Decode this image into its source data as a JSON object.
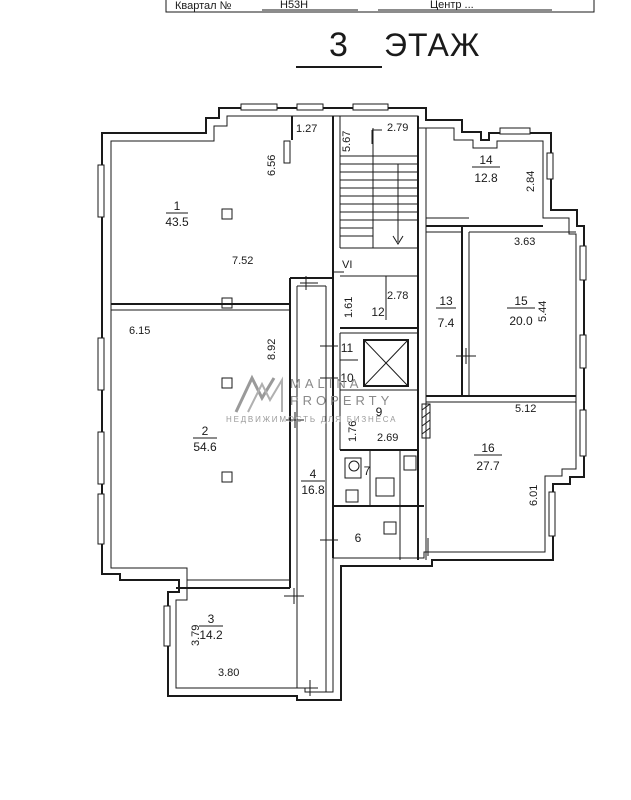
{
  "header": {
    "label": "Квартал №",
    "value_left": "Н53Н",
    "value_right": "Центр ..."
  },
  "floor": {
    "number": "3",
    "word": "ЭТАЖ"
  },
  "watermark": {
    "brand_line1": "MALINA",
    "brand_line2": "PROPERTY",
    "tagline": "НЕДВИЖИМОСТЬ ДЛЯ БИЗНЕСА"
  },
  "stair_mark": "VI",
  "rooms": [
    {
      "id": "1",
      "area": "43.5"
    },
    {
      "id": "2",
      "area": "54.6"
    },
    {
      "id": "3",
      "area": "14.2"
    },
    {
      "id": "4",
      "area": "16.8"
    },
    {
      "id": "6",
      "area": ""
    },
    {
      "id": "7",
      "area": ""
    },
    {
      "id": "9",
      "area": ""
    },
    {
      "id": "10",
      "area": ""
    },
    {
      "id": "11",
      "area": ""
    },
    {
      "id": "12",
      "area": ""
    },
    {
      "id": "13",
      "area": "7.4"
    },
    {
      "id": "14",
      "area": "12.8"
    },
    {
      "id": "15",
      "area": "20.0"
    },
    {
      "id": "16",
      "area": "27.7"
    }
  ],
  "dimensions": [
    "1.27",
    "6.56",
    "7.52",
    "5.67",
    "2.79",
    "2.84",
    "3.63",
    "5.44",
    "1.61",
    "2.78",
    "6.15",
    "8.92",
    "1.76",
    "2.69",
    "5.12",
    "6.01",
    "3.79",
    "3.80"
  ]
}
